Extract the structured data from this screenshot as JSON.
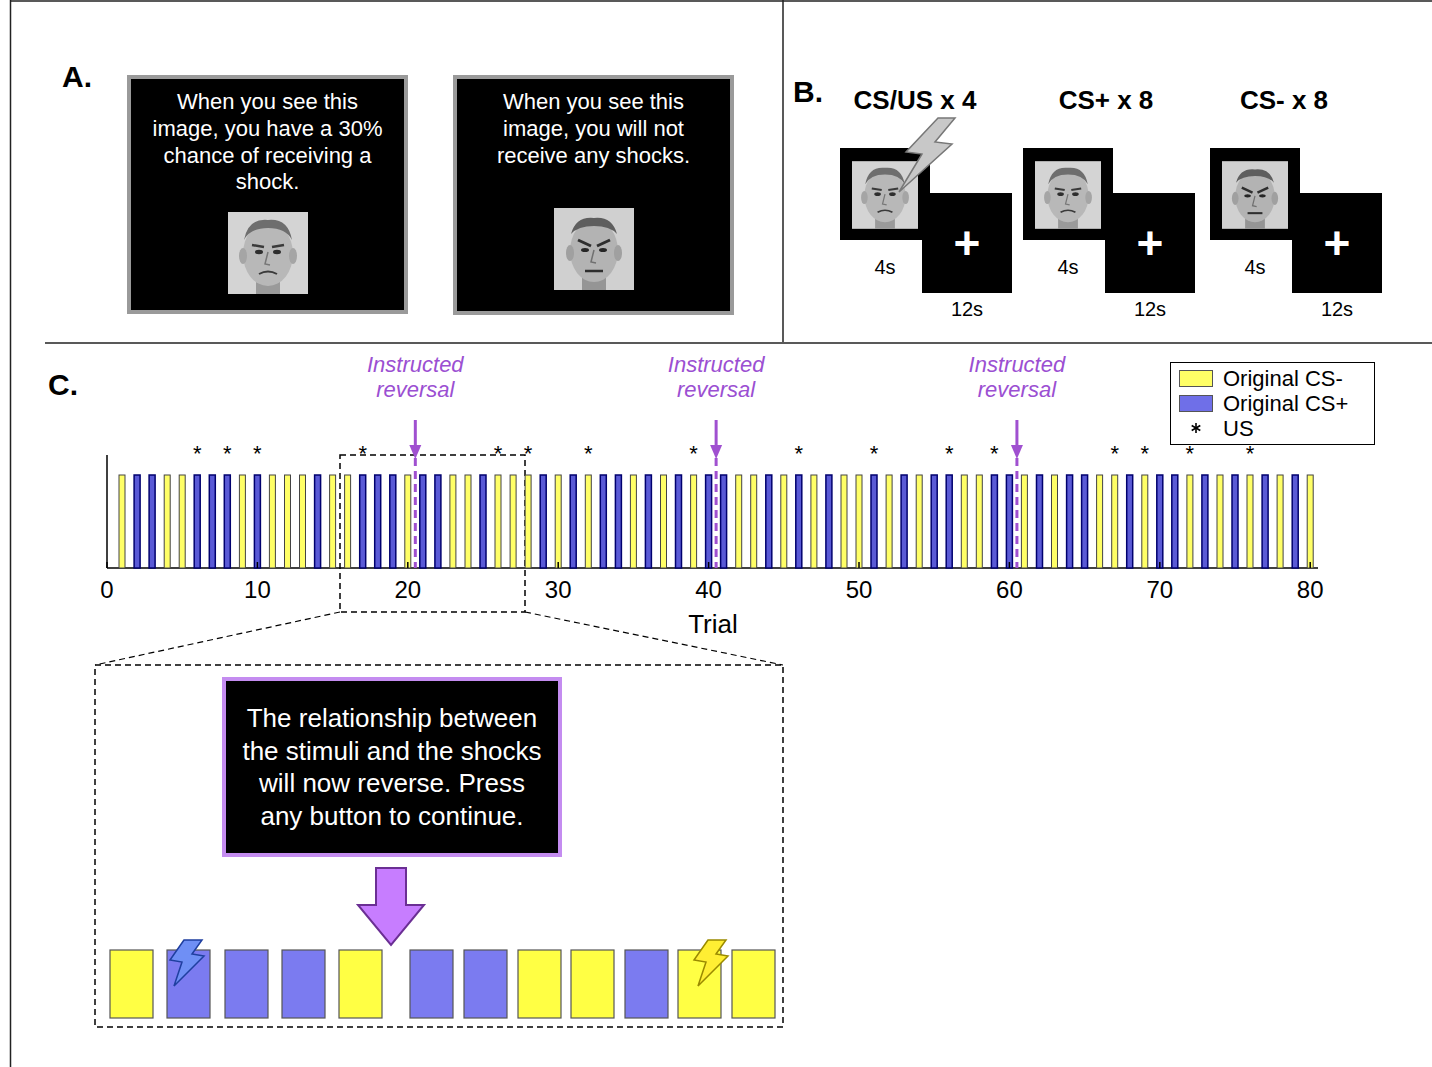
{
  "diagram": {
    "nodes": [
      {
        "text": [
          "When you see this image, you have a 30% chance of receiving a shock."
        ]
      },
      {
        "text": [
          "When you see this image, you will not receive any shocks."
        ]
      },
      {
        "text": [
          "+"
        ]
      },
      {
        "text": [
          "+"
        ]
      },
      {
        "text": [
          "+"
        ]
      },
      {
        "text": [
          "The relationship between the stimuli and the shocks will now reverse. Press any button to continue."
        ]
      }
    ],
    "labels": [
      "A.",
      "B.",
      "C.",
      "CS/US x 4",
      "CS+ x 8",
      "CS- x 8",
      "4s",
      "12s",
      "4s",
      "12s",
      "4s",
      "12s",
      "Instructed reversal",
      "Instructed reversal",
      "Instructed reversal",
      "0",
      "10",
      "20",
      "30",
      "40",
      "50",
      "60",
      "70",
      "80",
      "Trial",
      "*",
      "*",
      "*",
      "*",
      "*",
      "*",
      "*",
      "*",
      "*",
      "*",
      "*",
      "*",
      "*",
      "*",
      "*",
      "*"
    ],
    "legend": [
      {
        "text": "Original CS-",
        "color": "#ffff66"
      },
      {
        "text": "Original CS+",
        "color": "#6f6fe8"
      },
      {
        "text": "US"
      }
    ]
  }
}
